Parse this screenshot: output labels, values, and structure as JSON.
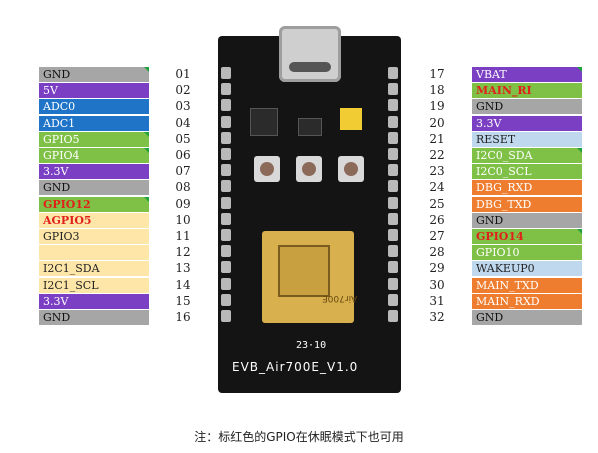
{
  "left_pins": [
    {
      "label": "GND",
      "num": "01",
      "bg": "#a6a6a6",
      "fg": "#111111",
      "red": false,
      "marked": true
    },
    {
      "label": "5V",
      "num": "02",
      "bg": "#7b3fc4",
      "fg": "#ffffff",
      "red": false,
      "marked": false
    },
    {
      "label": "ADC0",
      "num": "03",
      "bg": "#1f74c8",
      "fg": "#ffffff",
      "red": false,
      "marked": false
    },
    {
      "label": "ADC1",
      "num": "04",
      "bg": "#1f74c8",
      "fg": "#ffffff",
      "red": false,
      "marked": false
    },
    {
      "label": "GPIO5",
      "num": "05",
      "bg": "#7fc046",
      "fg": "#ffffff",
      "red": false,
      "marked": true
    },
    {
      "label": "GPIO4",
      "num": "06",
      "bg": "#7fc046",
      "fg": "#ffffff",
      "red": false,
      "marked": true
    },
    {
      "label": "3.3V",
      "num": "07",
      "bg": "#7b3fc4",
      "fg": "#ffffff",
      "red": false,
      "marked": false
    },
    {
      "label": "GND",
      "num": "08",
      "bg": "#a6a6a6",
      "fg": "#111111",
      "red": false,
      "marked": false
    },
    {
      "label": "GPIO12",
      "num": "09",
      "bg": "#7fc046",
      "fg": "#e0201a",
      "red": true,
      "marked": true
    },
    {
      "label": "AGPIO5",
      "num": "10",
      "bg": "#fde6a8",
      "fg": "#e0201a",
      "red": true,
      "marked": false
    },
    {
      "label": "GPIO3",
      "num": "11",
      "bg": "#fde6a8",
      "fg": "#222222",
      "red": false,
      "marked": false
    },
    {
      "label": "",
      "num": "12",
      "bg": "#fde6a8",
      "fg": "#222222",
      "red": false,
      "marked": false
    },
    {
      "label": "I2C1_SDA",
      "num": "13",
      "bg": "#fde6a8",
      "fg": "#222222",
      "red": false,
      "marked": false
    },
    {
      "label": "I2C1_SCL",
      "num": "14",
      "bg": "#fde6a8",
      "fg": "#222222",
      "red": false,
      "marked": false
    },
    {
      "label": "3.3V",
      "num": "15",
      "bg": "#7b3fc4",
      "fg": "#ffffff",
      "red": false,
      "marked": false
    },
    {
      "label": "GND",
      "num": "16",
      "bg": "#a6a6a6",
      "fg": "#111111",
      "red": false,
      "marked": false
    }
  ],
  "right_pins": [
    {
      "label": "VBAT",
      "num": "17",
      "bg": "#7b3fc4",
      "fg": "#ffffff",
      "red": false,
      "marked": true
    },
    {
      "label": "MAIN_RI",
      "num": "18",
      "bg": "#7fc046",
      "fg": "#e0201a",
      "red": true,
      "marked": false
    },
    {
      "label": "GND",
      "num": "19",
      "bg": "#a6a6a6",
      "fg": "#111111",
      "red": false,
      "marked": false
    },
    {
      "label": "3.3V",
      "num": "20",
      "bg": "#7b3fc4",
      "fg": "#ffffff",
      "red": false,
      "marked": false
    },
    {
      "label": "RESET",
      "num": "21",
      "bg": "#bfd8ee",
      "fg": "#222222",
      "red": false,
      "marked": false
    },
    {
      "label": "I2C0_SDA",
      "num": "22",
      "bg": "#7fc046",
      "fg": "#ffffff",
      "red": false,
      "marked": true
    },
    {
      "label": "I2C0_SCL",
      "num": "23",
      "bg": "#7fc046",
      "fg": "#ffffff",
      "red": false,
      "marked": false
    },
    {
      "label": "DBG_RXD",
      "num": "24",
      "bg": "#ef7d2f",
      "fg": "#ffffff",
      "red": false,
      "marked": false
    },
    {
      "label": "DBG_TXD",
      "num": "25",
      "bg": "#ef7d2f",
      "fg": "#ffffff",
      "red": false,
      "marked": false
    },
    {
      "label": "GND",
      "num": "26",
      "bg": "#a6a6a6",
      "fg": "#111111",
      "red": false,
      "marked": false
    },
    {
      "label": "GPIO14",
      "num": "27",
      "bg": "#7fc046",
      "fg": "#e0201a",
      "red": true,
      "marked": true
    },
    {
      "label": "GPIO10",
      "num": "28",
      "bg": "#7fc046",
      "fg": "#ffffff",
      "red": false,
      "marked": false
    },
    {
      "label": "WAKEUP0",
      "num": "29",
      "bg": "#bfd8ee",
      "fg": "#222222",
      "red": false,
      "marked": false
    },
    {
      "label": "MAIN_TXD",
      "num": "30",
      "bg": "#ef7d2f",
      "fg": "#ffffff",
      "red": false,
      "marked": false
    },
    {
      "label": "MAIN_RXD",
      "num": "31",
      "bg": "#ef7d2f",
      "fg": "#ffffff",
      "red": false,
      "marked": false
    },
    {
      "label": "GND",
      "num": "32",
      "bg": "#a6a6a6",
      "fg": "#111111",
      "red": false,
      "marked": false
    }
  ],
  "board": {
    "code": "23·10",
    "name": "EVB_Air700E_V1.0",
    "module_text": "Air700E"
  },
  "note": "注：标红色的GPIO在休眠模式下也可用"
}
